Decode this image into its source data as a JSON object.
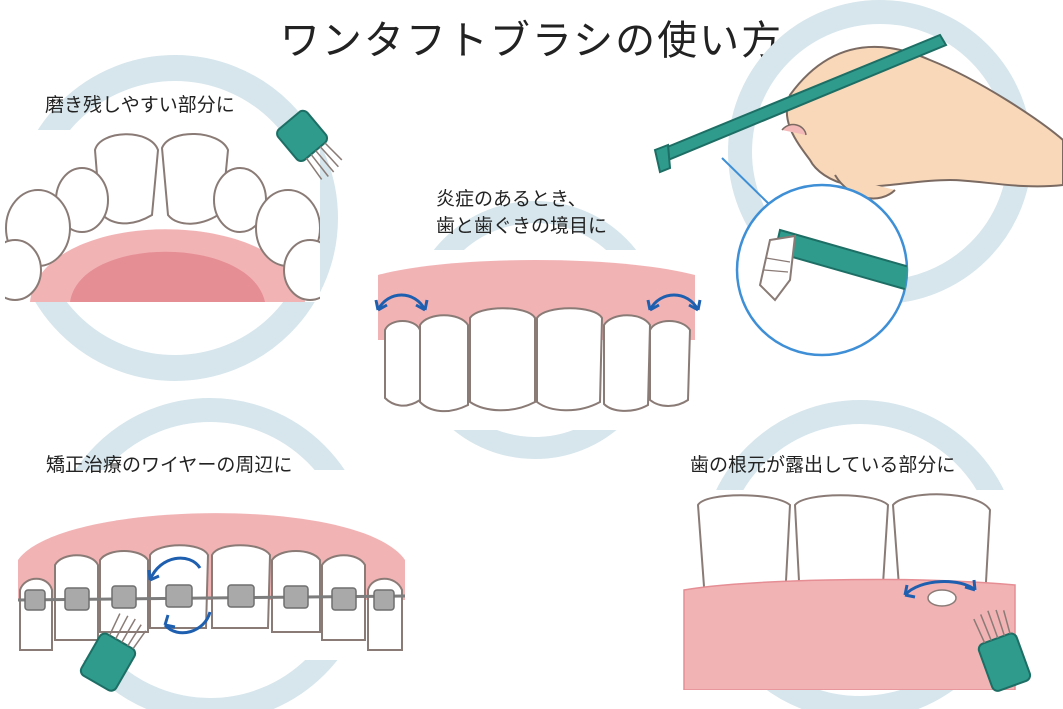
{
  "title": "ワンタフトブラシの使い方",
  "panels": {
    "top_left": {
      "caption": "磨き残しやすい部分に"
    },
    "middle": {
      "caption_line1": "炎症のあるとき、",
      "caption_line2": "歯と歯ぐきの境目に"
    },
    "bottom_left": {
      "caption": "矯正治療のワイヤーの周辺に"
    },
    "bottom_right": {
      "caption": "歯の根元が露出している部分に"
    }
  },
  "colors": {
    "ring": "#d6e6ec",
    "gum": "#f2b3b5",
    "gum_dark": "#e58e94",
    "tooth": "#ffffff",
    "tooth_line": "#8a7b76",
    "brush": "#2e9b8d",
    "arrow": "#1f5fb0",
    "skin": "#f8d8b8"
  },
  "icons": [
    "one-tuft-brush-icon",
    "rotation-arrow-icon",
    "hand-icon",
    "magnifier-circle-icon"
  ]
}
